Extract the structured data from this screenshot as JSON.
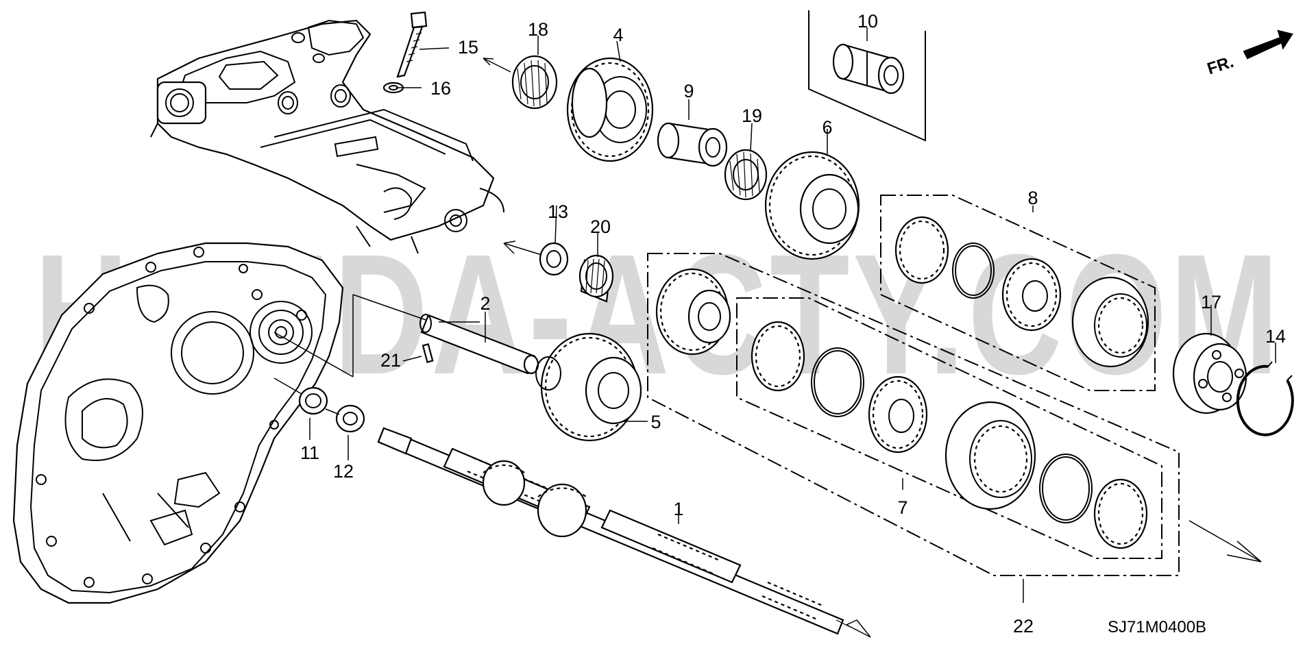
{
  "watermark": "HONDA-ACTY.COM",
  "direction_marker": "FR.",
  "diagram_code": "SJ71M0400B",
  "part_labels": {
    "p1": "1",
    "p2": "2",
    "p4": "4",
    "p5": "5",
    "p6": "6",
    "p7": "7",
    "p8": "8",
    "p9": "9",
    "p10": "10",
    "p11": "11",
    "p12": "12",
    "p13": "13",
    "p14": "14",
    "p15": "15",
    "p16": "16",
    "p17": "17",
    "p18": "18",
    "p19": "19",
    "p20": "20",
    "p21": "21",
    "p22": "22"
  }
}
